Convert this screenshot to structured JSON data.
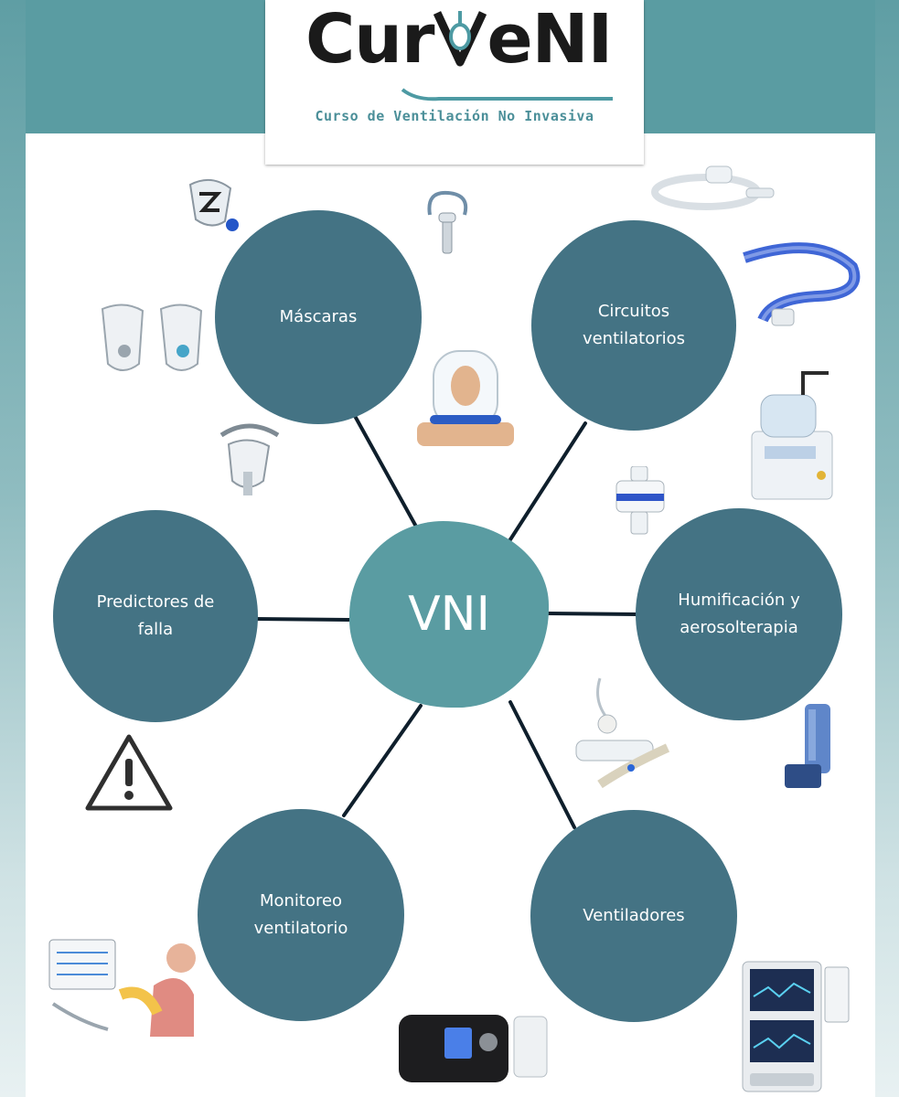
{
  "header": {
    "logo_text_a": "Cur",
    "logo_text_b": "eNI",
    "logo_subtitle": "Curso de Ventilación No Invasiva"
  },
  "diagram": {
    "center": "VNI",
    "nodes": {
      "mascaras": [
        "Máscaras"
      ],
      "circuitos": [
        "Circuitos",
        "ventilatorios"
      ],
      "predictores": [
        "Predictores de",
        "falla"
      ],
      "humificacion": [
        "Humificación y",
        "aerosolterapia"
      ],
      "monitoreo": [
        "Monitoreo",
        "ventilatorio"
      ],
      "ventiladores": [
        "Ventiladores"
      ]
    }
  },
  "colors": {
    "node": "#447384",
    "center": "#5a9ca2",
    "band": "#5a9ca2",
    "line": "#0f1f2c"
  },
  "icons": [
    "full-face-mask-icon",
    "nasal-pillow-mask-icon",
    "oronasal-masks-icon",
    "helmet-icon",
    "headgear-mask-icon",
    "circuit-tubing-icon",
    "blue-circuit-icon",
    "humidifier-icon",
    "filter-icon",
    "nebulizer-icon",
    "inhaler-icon",
    "warning-icon",
    "monitoring-illustration-icon",
    "cpap-device-icon",
    "ventilator-icon"
  ]
}
